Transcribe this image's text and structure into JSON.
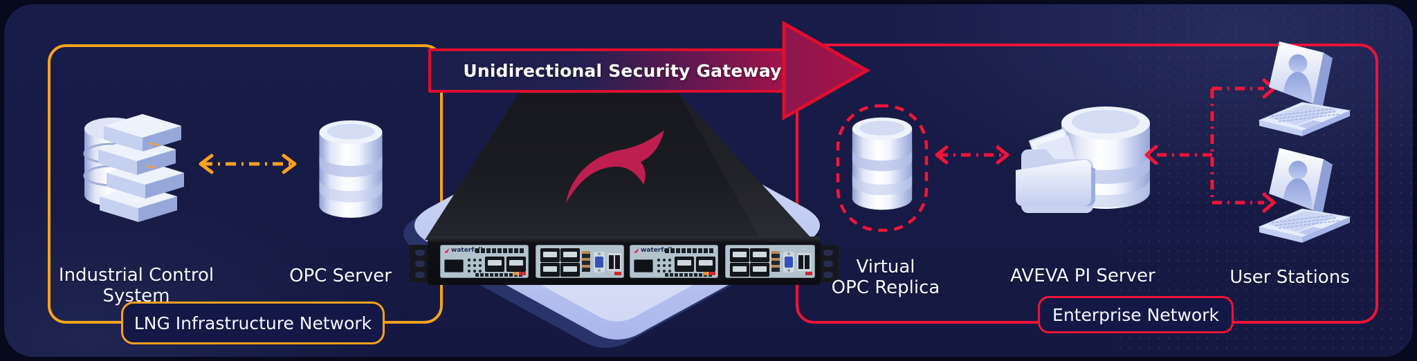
{
  "banner": {
    "title": "Unidirectional Security Gateway"
  },
  "zones": {
    "lng": {
      "label": "LNG Infrastructure Network",
      "accent": "#F8A21E"
    },
    "enterprise": {
      "label": "Enterprise Network",
      "accent": "#EF1337"
    }
  },
  "nodes": {
    "ics": {
      "lines": [
        "Industrial Control",
        "System"
      ],
      "icon": "server-stack-icon"
    },
    "opc": {
      "label": "OPC Server",
      "icon": "database-icon"
    },
    "replica": {
      "lines": [
        "Virtual",
        "OPC Replica"
      ],
      "icon": "database-icon-with-dashed-outline"
    },
    "pi": {
      "label": "AVEVA PI Server",
      "icon": "folder-database-icon"
    },
    "users": {
      "label": "User Stations",
      "icon": "laptop-user-icon"
    }
  },
  "device": {
    "brand": "waterfall",
    "logo": "waterfall-swoosh-logo"
  },
  "connectors": {
    "lng_link": "orange-bidirectional-dashdot-arrow",
    "replica_pi_link": "red-bidirectional-dashdot-arrow",
    "users_pi_link": "red-dashdot-branch-arrows"
  },
  "colors": {
    "background": "#161A45",
    "orange": "#F8A21E",
    "red": "#F5133B",
    "crimson": "#A21349",
    "banner_border": "#DC0E2F",
    "icon_light": "#EDF1FC",
    "icon_shade": "#A9B6E3",
    "text": "#FFFFFF"
  }
}
